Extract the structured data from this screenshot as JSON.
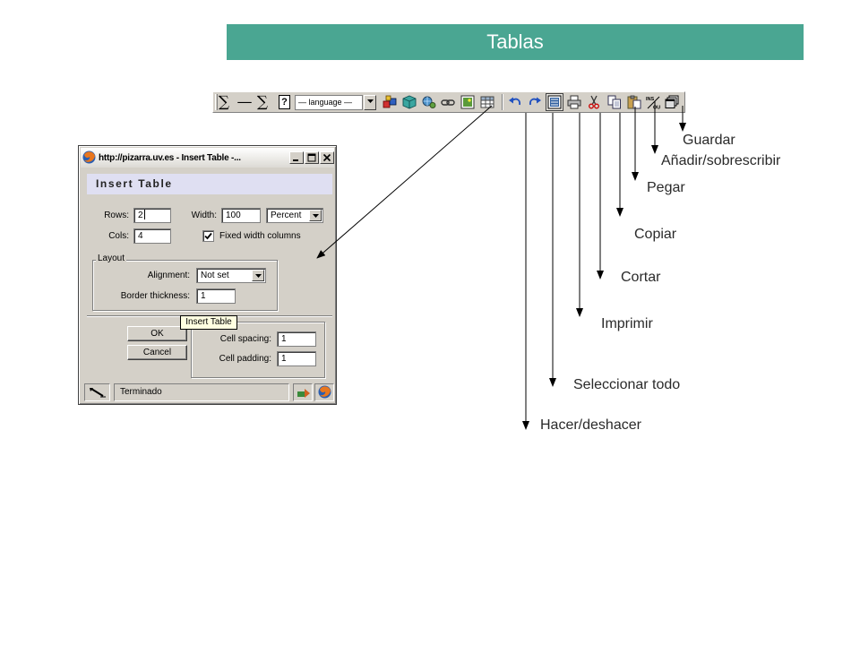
{
  "banner": {
    "title": "Tablas",
    "background": "#4aa692",
    "text_color": "#ffffff"
  },
  "toolbar": {
    "sum_glyph": "∑",
    "rule_glyph": "—",
    "sum_italic_glyph": "∑",
    "help_glyph": "?",
    "language_select": "— language —",
    "ins_label": "INS",
    "ovr_label": "OU",
    "icons": [
      "blocks-icon",
      "box-3d-icon",
      "globe-icon",
      "link-icon",
      "image-icon",
      "table-icon",
      "undo-icon",
      "redo-icon",
      "select-all-icon",
      "print-icon",
      "cut-icon",
      "copy-icon",
      "paste-icon",
      "insert-overwrite-icon",
      "save-icon"
    ]
  },
  "annotations": [
    {
      "label": "Hacer/deshacer"
    },
    {
      "label": "Seleccionar todo"
    },
    {
      "label": "Imprimir"
    },
    {
      "label": "Cortar"
    },
    {
      "label": "Copiar"
    },
    {
      "label": "Pegar"
    },
    {
      "label": "Añadir/sobrescribir"
    },
    {
      "label": "Guardar"
    }
  ],
  "dialog": {
    "window_title": "http://pizarra.uv.es - Insert Table -...",
    "header": "Insert Table",
    "rows_label": "Rows:",
    "rows_value": "2",
    "width_label": "Width:",
    "width_value": "100",
    "width_unit": "Percent",
    "cols_label": "Cols:",
    "cols_value": "4",
    "fixed_width_label": "Fixed width columns",
    "fixed_width_checked": true,
    "layout_legend": "Layout",
    "alignment_label": "Alignment:",
    "alignment_value": "Not set",
    "border_label": "Border thickness:",
    "border_value": "1",
    "ok_label": "OK",
    "cancel_label": "Cancel",
    "tooltip": "Insert Table",
    "cell_spacing_label": "Cell spacing:",
    "cell_spacing_value": "1",
    "cell_padding_label": "Cell padding:",
    "cell_padding_value": "1",
    "status_text": "Terminado"
  }
}
